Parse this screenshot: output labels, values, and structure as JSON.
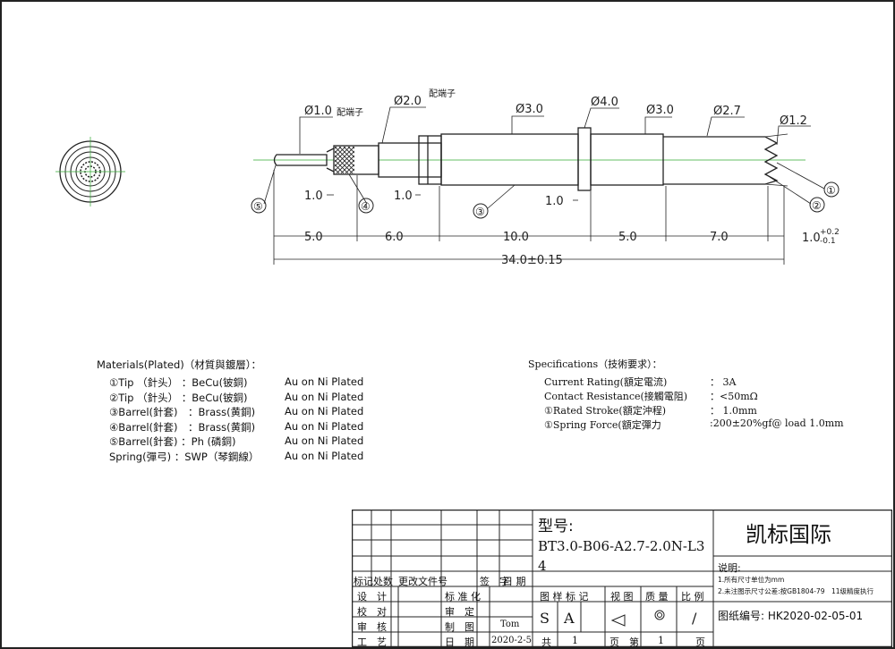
{
  "drawing": {
    "labels": {
      "d1": "Ø1.0",
      "d2": "Ø2.0",
      "d3a": "Ø3.0",
      "d4": "Ø4.0",
      "d3b": "Ø3.0",
      "d27": "Ø2.7",
      "d12": "Ø1.2",
      "pei1": "配端子",
      "pei2": "配端子",
      "l10a": "1.0",
      "l10b": "1.0",
      "l10c": "1.0",
      "s50a": "5.0",
      "s60": "6.0",
      "s100": "10.0",
      "s50b": "5.0",
      "s70": "7.0",
      "s10end": "1.0",
      "tol_plus": "+0.2",
      "tol_minus": "-0.1",
      "total": "34.0±0.15"
    },
    "callouts": [
      "①",
      "②",
      "③",
      "④",
      "⑤"
    ]
  },
  "materials": {
    "title": "Materials(Plated)（材質與鍍層）：",
    "rows": [
      {
        "part": "①Tip （針头） ：BeCu(铍銅)",
        "plating": "Au on Ni Plated"
      },
      {
        "part": "②Tip （針头） ：BeCu(铍銅)",
        "plating": "Au on Ni Plated"
      },
      {
        "part": "③Barrel(針套)　：Brass(黄銅)",
        "plating": "Au on Ni Plated"
      },
      {
        "part": "④Barrel(針套)　：Brass(黄銅)",
        "plating": "Au on Ni Plated"
      },
      {
        "part": "⑤Barrel(針套) ：Ph (磷銅)",
        "plating": "Au on Ni Plated"
      },
      {
        "part": "Spring(彈弓) ：SWP（琴鋼線）",
        "plating": "Au on Ni Plated"
      }
    ]
  },
  "specs": {
    "title": "Specifications（技術要求）：",
    "rows": [
      {
        "name": "Current Rating(額定電流)",
        "value": "：  3A"
      },
      {
        "name": "Contact Resistance(接觸電阻)",
        "value": "：<50mΩ"
      },
      {
        "name": "①Rated Stroke(額定沖程)",
        "value": "： 1.0mm"
      },
      {
        "name": "①Spring Force(額定彈力",
        "value": ":200±20%gf@ load 1.0mm"
      }
    ]
  },
  "title_block": {
    "model_label": "型号:",
    "model_value": "BT3.0-B06-A2.7-2.0N-L34",
    "company": "凯标国际",
    "notes_label": "说明:",
    "note1": "1.所有尺寸单位为mm",
    "note2": "2.未注图示尺寸公差:按GB1804-79　11级精度执行",
    "drawing_no": "图纸编号: HK2020-02-05-01",
    "rev_headers": [
      "标记",
      "处数",
      "更改文件号",
      "签　字",
      "日 期"
    ],
    "design": "设　计",
    "check": "校　对",
    "review": "审　核",
    "craft": "工　艺",
    "standard": "标 准 化",
    "audit": "审　定",
    "drafter_label": "制　图",
    "drafter": "Tom",
    "date_label": "日　期",
    "date": "2020-2-5",
    "mark_header": "图 样 标 记",
    "view_header": "视 图",
    "quality_header": "质 量",
    "scale_header": "比 例",
    "mark_s": "S",
    "mark_a": "A",
    "scale_value": "/",
    "total_label": "共",
    "total_pages": "1",
    "page_unit1": "页",
    "page_label": "第",
    "page_num": "1",
    "page_unit2": "页"
  }
}
